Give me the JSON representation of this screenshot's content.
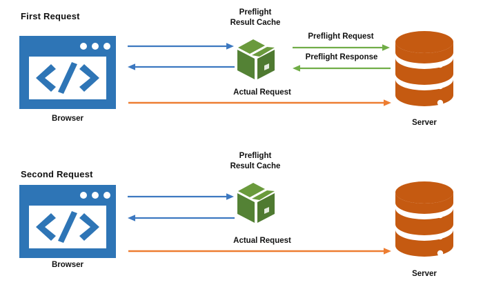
{
  "diagram": {
    "title_colors": {
      "browser_blue": "#2E75B6",
      "cache_green": "#548235",
      "arrow_green": "#70AD47",
      "server_orange": "#C55A11",
      "arrow_orange": "#ED7D31",
      "arrow_blue": "#3C78C0",
      "text_black": "#111111",
      "background": "#FFFFFF"
    },
    "sections": [
      {
        "id": "first-request",
        "heading": "First Request",
        "nodes": {
          "browser": {
            "label": "Browser",
            "icon": "browser-window-icon"
          },
          "cache": {
            "title_line1": "Preflight",
            "title_line2": "Result Cache",
            "icon": "package-box-icon"
          },
          "server": {
            "label": "Server",
            "icon": "database-cylinder-icon"
          }
        },
        "arrows": [
          {
            "id": "browser-to-cache",
            "label": "",
            "color": "#3C78C0",
            "direction": "right",
            "from": "browser",
            "to": "cache"
          },
          {
            "id": "cache-to-browser",
            "label": "",
            "color": "#3C78C0",
            "direction": "left",
            "from": "cache",
            "to": "browser"
          },
          {
            "id": "preflight-request",
            "label": "Preflight Request",
            "color": "#70AD47",
            "direction": "right",
            "from": "cache",
            "to": "server"
          },
          {
            "id": "preflight-response",
            "label": "Preflight Response",
            "color": "#70AD47",
            "direction": "left",
            "from": "server",
            "to": "cache"
          },
          {
            "id": "actual-request",
            "label": "Actual Request",
            "color": "#ED7D31",
            "direction": "right",
            "from": "browser",
            "to": "server"
          }
        ]
      },
      {
        "id": "second-request",
        "heading": "Second Request",
        "nodes": {
          "browser": {
            "label": "Browser",
            "icon": "browser-window-icon"
          },
          "cache": {
            "title_line1": "Preflight",
            "title_line2": "Result Cache",
            "icon": "package-box-icon"
          },
          "server": {
            "label": "Server",
            "icon": "database-cylinder-icon"
          }
        },
        "arrows": [
          {
            "id": "browser-to-cache",
            "label": "",
            "color": "#3C78C0",
            "direction": "right",
            "from": "browser",
            "to": "cache"
          },
          {
            "id": "cache-to-browser",
            "label": "",
            "color": "#3C78C0",
            "direction": "left",
            "from": "cache",
            "to": "browser"
          },
          {
            "id": "actual-request",
            "label": "Actual Request",
            "color": "#ED7D31",
            "direction": "right",
            "from": "browser",
            "to": "server"
          }
        ]
      }
    ]
  }
}
